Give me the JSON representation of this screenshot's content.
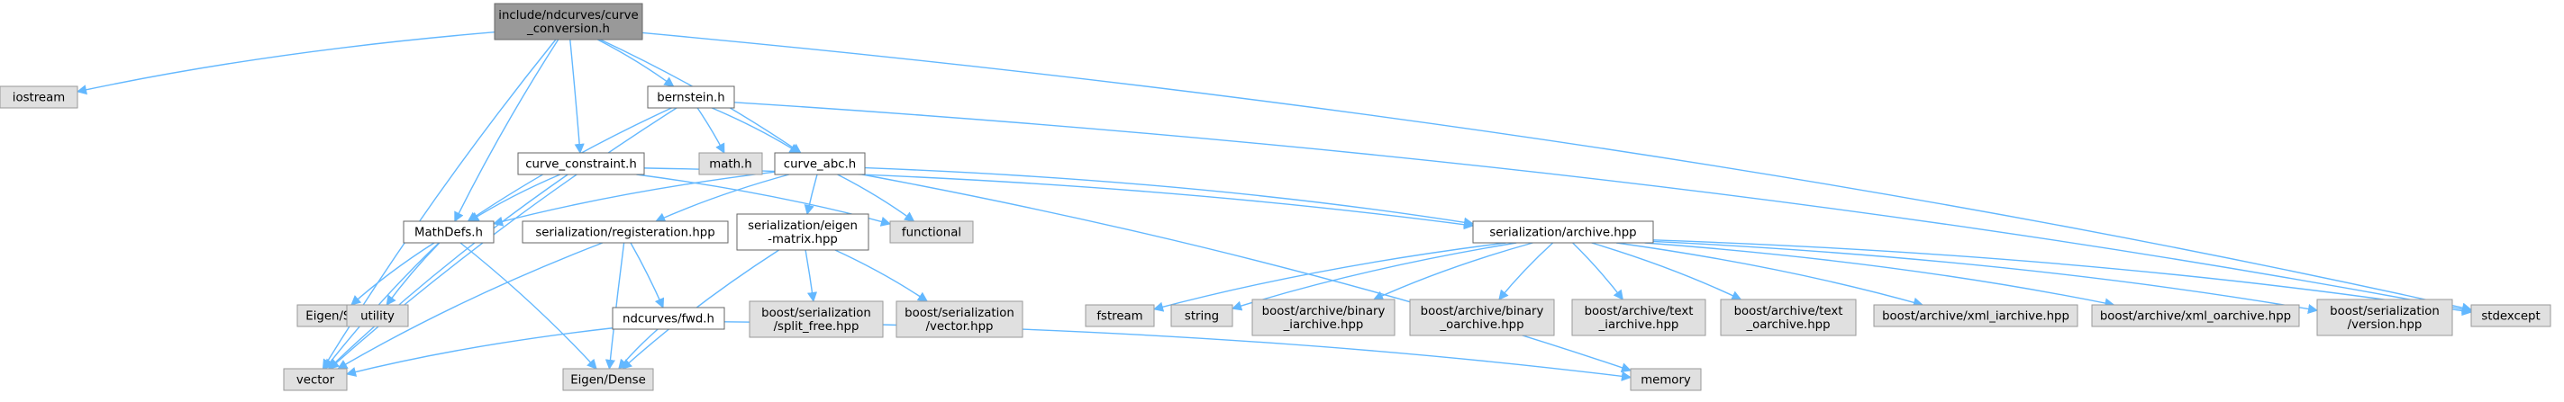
{
  "nodes": {
    "root": {
      "lines": [
        "include/ndcurves/curve",
        "_conversion.h"
      ],
      "kind": "root"
    },
    "iostream": {
      "lines": [
        "iostream"
      ],
      "kind": "ext"
    },
    "bernstein": {
      "lines": [
        "bernstein.h"
      ],
      "kind": "doc"
    },
    "math": {
      "lines": [
        "math.h"
      ],
      "kind": "ext"
    },
    "curve_constraint": {
      "lines": [
        "curve_constraint.h"
      ],
      "kind": "doc"
    },
    "curve_abc": {
      "lines": [
        "curve_abc.h"
      ],
      "kind": "doc"
    },
    "mathdefs": {
      "lines": [
        "MathDefs.h"
      ],
      "kind": "doc"
    },
    "registeration": {
      "lines": [
        "serialization/registeration.hpp"
      ],
      "kind": "doc"
    },
    "eigen_matrix": {
      "lines": [
        "serialization/eigen",
        "-matrix.hpp"
      ],
      "kind": "doc"
    },
    "functional": {
      "lines": [
        "functional"
      ],
      "kind": "ext"
    },
    "archive": {
      "lines": [
        "serialization/archive.hpp"
      ],
      "kind": "doc"
    },
    "eigen_svd": {
      "lines": [
        "Eigen/SVD"
      ],
      "kind": "ext"
    },
    "utility": {
      "lines": [
        "utility"
      ],
      "kind": "ext"
    },
    "fwd": {
      "lines": [
        "ndcurves/fwd.h"
      ],
      "kind": "doc"
    },
    "split_free": {
      "lines": [
        "boost/serialization",
        "/split_free.hpp"
      ],
      "kind": "ext"
    },
    "vector_hpp": {
      "lines": [
        "boost/serialization",
        "/vector.hpp"
      ],
      "kind": "ext"
    },
    "fstream": {
      "lines": [
        "fstream"
      ],
      "kind": "ext"
    },
    "string": {
      "lines": [
        "string"
      ],
      "kind": "ext"
    },
    "bin_iarchive": {
      "lines": [
        "boost/archive/binary",
        "_iarchive.hpp"
      ],
      "kind": "ext"
    },
    "bin_oarchive": {
      "lines": [
        "boost/archive/binary",
        "_oarchive.hpp"
      ],
      "kind": "ext"
    },
    "text_iarchive": {
      "lines": [
        "boost/archive/text",
        "_iarchive.hpp"
      ],
      "kind": "ext"
    },
    "text_oarchive": {
      "lines": [
        "boost/archive/text",
        "_oarchive.hpp"
      ],
      "kind": "ext"
    },
    "xml_iarchive": {
      "lines": [
        "boost/archive/xml_iarchive.hpp"
      ],
      "kind": "ext"
    },
    "xml_oarchive": {
      "lines": [
        "boost/archive/xml_oarchive.hpp"
      ],
      "kind": "ext"
    },
    "version": {
      "lines": [
        "boost/serialization",
        "/version.hpp"
      ],
      "kind": "ext"
    },
    "stdexcept": {
      "lines": [
        "stdexcept"
      ],
      "kind": "ext"
    },
    "vector": {
      "lines": [
        "vector"
      ],
      "kind": "ext"
    },
    "eigen_dense": {
      "lines": [
        "Eigen/Dense"
      ],
      "kind": "ext"
    },
    "memory": {
      "lines": [
        "memory"
      ],
      "kind": "ext"
    }
  },
  "edges": [
    [
      "root",
      "iostream"
    ],
    [
      "root",
      "bernstein"
    ],
    [
      "root",
      "curve_constraint"
    ],
    [
      "root",
      "curve_abc"
    ],
    [
      "root",
      "mathdefs"
    ],
    [
      "root",
      "vector"
    ],
    [
      "root",
      "stdexcept"
    ],
    [
      "bernstein",
      "math"
    ],
    [
      "bernstein",
      "curve_abc"
    ],
    [
      "bernstein",
      "mathdefs"
    ],
    [
      "bernstein",
      "vector"
    ],
    [
      "bernstein",
      "stdexcept"
    ],
    [
      "curve_constraint",
      "mathdefs"
    ],
    [
      "curve_constraint",
      "vector"
    ],
    [
      "curve_constraint",
      "functional"
    ],
    [
      "curve_constraint",
      "archive"
    ],
    [
      "curve_abc",
      "mathdefs"
    ],
    [
      "curve_abc",
      "functional"
    ],
    [
      "curve_abc",
      "registeration"
    ],
    [
      "curve_abc",
      "eigen_matrix"
    ],
    [
      "curve_abc",
      "archive"
    ],
    [
      "curve_abc",
      "memory"
    ],
    [
      "mathdefs",
      "eigen_svd"
    ],
    [
      "mathdefs",
      "utility"
    ],
    [
      "mathdefs",
      "vector"
    ],
    [
      "mathdefs",
      "eigen_dense"
    ],
    [
      "registeration",
      "vector"
    ],
    [
      "registeration",
      "eigen_dense"
    ],
    [
      "registeration",
      "fwd"
    ],
    [
      "fwd",
      "vector"
    ],
    [
      "fwd",
      "eigen_dense"
    ],
    [
      "fwd",
      "memory"
    ],
    [
      "eigen_matrix",
      "split_free"
    ],
    [
      "eigen_matrix",
      "vector_hpp"
    ],
    [
      "eigen_matrix",
      "eigen_dense"
    ],
    [
      "archive",
      "fstream"
    ],
    [
      "archive",
      "string"
    ],
    [
      "archive",
      "bin_iarchive"
    ],
    [
      "archive",
      "bin_oarchive"
    ],
    [
      "archive",
      "text_iarchive"
    ],
    [
      "archive",
      "text_oarchive"
    ],
    [
      "archive",
      "xml_iarchive"
    ],
    [
      "archive",
      "xml_oarchive"
    ],
    [
      "archive",
      "version"
    ],
    [
      "archive",
      "stdexcept"
    ]
  ],
  "colors": {
    "edge": "#63b8ff",
    "root_fill": "#999999",
    "doc_fill": "#ffffff",
    "ext_fill": "#e0e0e0"
  }
}
